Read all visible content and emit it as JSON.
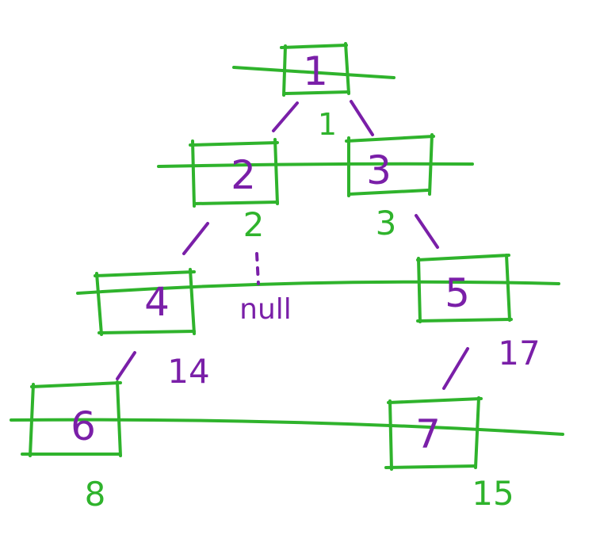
{
  "colors": {
    "green": "#2fb32c",
    "purple": "#7a1fa8",
    "background": "#ffffff"
  },
  "tree": {
    "nodes": [
      {
        "id": "1",
        "label": "1",
        "pos_label": "1"
      },
      {
        "id": "2",
        "label": "2",
        "pos_label": "2"
      },
      {
        "id": "3",
        "label": "3",
        "pos_label": "3"
      },
      {
        "id": "4",
        "label": "4",
        "pos_label": "14"
      },
      {
        "id": "5",
        "label": "5",
        "pos_label": "17"
      },
      {
        "id": "6",
        "label": "6",
        "pos_label": "8"
      },
      {
        "id": "7",
        "label": "7",
        "pos_label": "15"
      }
    ],
    "edges": [
      {
        "from": "1",
        "to": "2"
      },
      {
        "from": "1",
        "to": "3"
      },
      {
        "from": "2",
        "to": "4"
      },
      {
        "from": "3",
        "to": "5"
      },
      {
        "from": "4",
        "to": "6"
      },
      {
        "from": "5",
        "to": "7"
      }
    ],
    "null_label": "null"
  }
}
